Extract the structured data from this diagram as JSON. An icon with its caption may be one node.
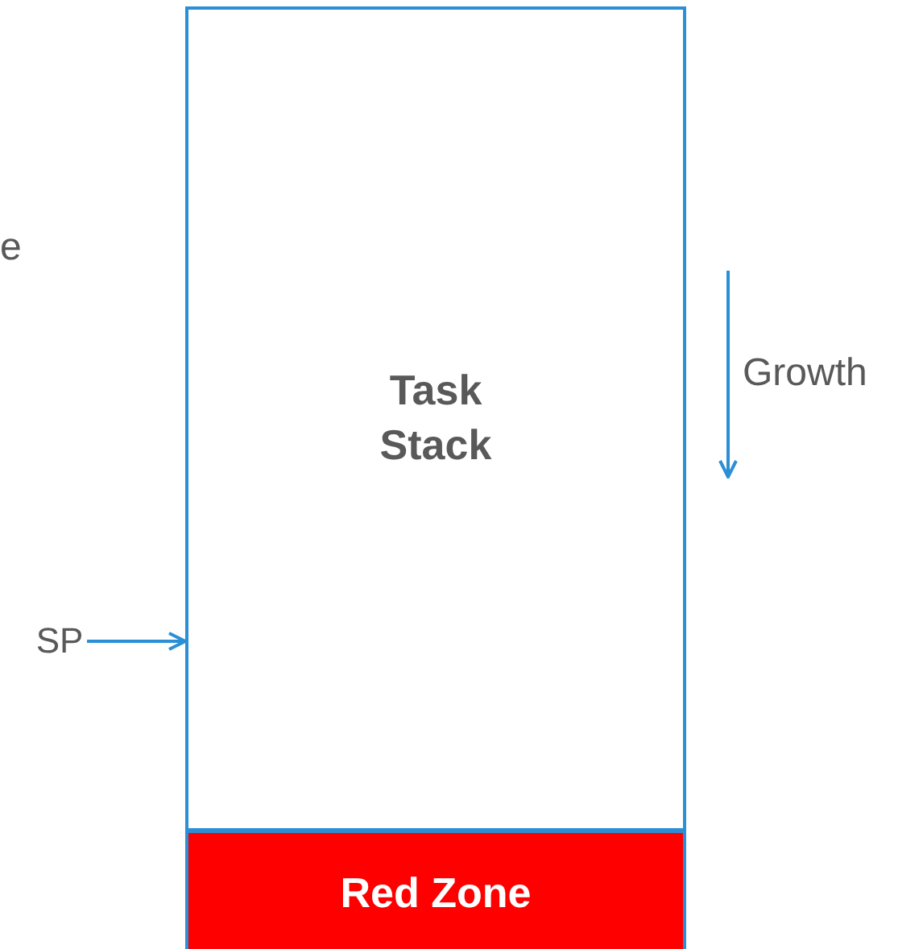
{
  "diagram": {
    "nodes": [
      {
        "text": [
          "Task Stack"
        ]
      },
      {
        "text": [
          "Red Zone"
        ]
      },
      {
        "text": [
          "SP"
        ]
      }
    ],
    "edges": [
      {
        "from": 2,
        "to": 0,
        "arrow": "to"
      }
    ],
    "labels": [
      "e",
      "Growth"
    ]
  }
}
